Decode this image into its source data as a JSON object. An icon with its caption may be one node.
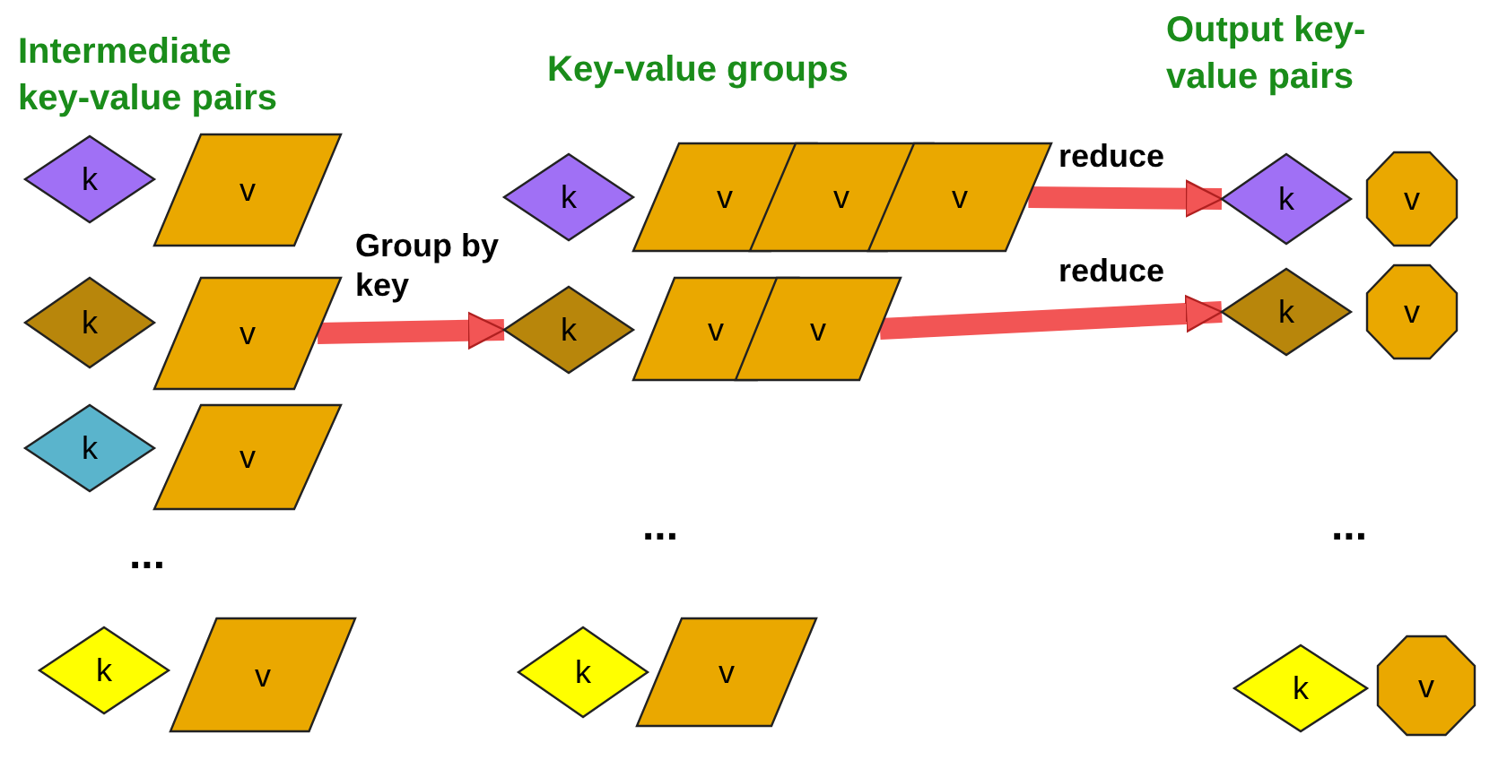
{
  "diagram": {
    "nodes": [
      {
        "text": [
          "k"
        ]
      },
      {
        "text": [
          "v"
        ]
      },
      {
        "text": [
          "k"
        ]
      },
      {
        "text": [
          "v"
        ]
      },
      {
        "text": [
          "v"
        ]
      },
      {
        "text": [
          "v"
        ]
      },
      {
        "text": [
          "k"
        ]
      },
      {
        "text": [
          "v"
        ]
      },
      {
        "text": [
          "k"
        ]
      },
      {
        "text": [
          "v"
        ]
      },
      {
        "text": [
          "k"
        ]
      },
      {
        "text": [
          "v"
        ]
      },
      {
        "text": [
          "v"
        ]
      },
      {
        "text": [
          "k"
        ]
      },
      {
        "text": [
          "v"
        ]
      },
      {
        "text": [
          "k"
        ]
      },
      {
        "text": [
          "v"
        ]
      },
      {
        "text": [
          "k"
        ]
      },
      {
        "text": [
          "v"
        ]
      },
      {
        "text": [
          "k"
        ]
      },
      {
        "text": [
          "v"
        ]
      },
      {
        "text": [
          "k"
        ]
      },
      {
        "text": [
          "v"
        ]
      }
    ],
    "edges": [
      {
        "from": 9,
        "to": 10,
        "arrow": "to",
        "label": "Group by key"
      },
      {
        "from": 5,
        "to": 6,
        "arrow": "to",
        "label": "reduce"
      },
      {
        "from": 12,
        "to": 13,
        "arrow": "to",
        "label": "reduce"
      }
    ],
    "labels": [
      "Intermediate key-value pairs",
      "Key-value groups",
      "Output key-value pairs",
      "...",
      "...",
      "..."
    ]
  }
}
